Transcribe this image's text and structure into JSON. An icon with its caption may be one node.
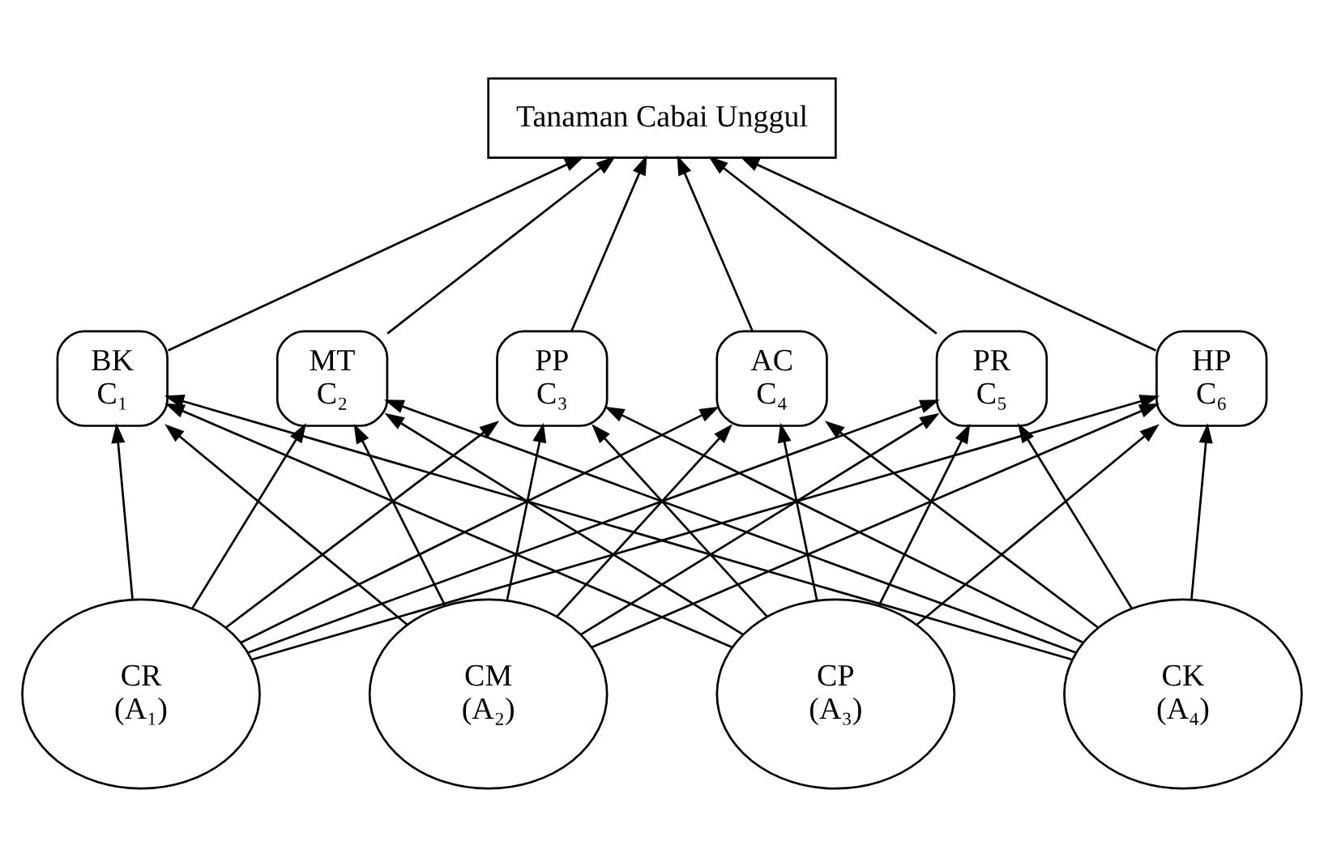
{
  "diagram": {
    "nodes": [
      {
        "text": [
          "Tanaman Cabai Unggul"
        ]
      },
      {
        "text": [
          "BK",
          "C₁"
        ]
      },
      {
        "text": [
          "MT",
          "C₂"
        ]
      },
      {
        "text": [
          "PP",
          "C₃"
        ]
      },
      {
        "text": [
          "AC",
          "C₄"
        ]
      },
      {
        "text": [
          "PR",
          "C₅"
        ]
      },
      {
        "text": [
          "HP",
          "C₆"
        ]
      },
      {
        "text": [
          "CR",
          "(A₁)"
        ]
      },
      {
        "text": [
          "CM",
          "(A₂)"
        ]
      },
      {
        "text": [
          "CP",
          "(A₃)"
        ]
      },
      {
        "text": [
          "CK",
          "(A₄)"
        ]
      }
    ],
    "edges": [
      {
        "from": 1,
        "to": 0,
        "arrow": "to"
      },
      {
        "from": 2,
        "to": 0,
        "arrow": "to"
      },
      {
        "from": 3,
        "to": 0,
        "arrow": "to"
      },
      {
        "from": 4,
        "to": 0,
        "arrow": "to"
      },
      {
        "from": 5,
        "to": 0,
        "arrow": "to"
      },
      {
        "from": 6,
        "to": 0,
        "arrow": "to"
      },
      {
        "from": 7,
        "to": 1,
        "arrow": "to"
      },
      {
        "from": 7,
        "to": 2,
        "arrow": "to"
      },
      {
        "from": 7,
        "to": 3,
        "arrow": "to"
      },
      {
        "from": 7,
        "to": 4,
        "arrow": "to"
      },
      {
        "from": 7,
        "to": 5,
        "arrow": "to"
      },
      {
        "from": 7,
        "to": 6,
        "arrow": "to"
      },
      {
        "from": 8,
        "to": 1,
        "arrow": "to"
      },
      {
        "from": 8,
        "to": 2,
        "arrow": "to"
      },
      {
        "from": 8,
        "to": 3,
        "arrow": "to"
      },
      {
        "from": 8,
        "to": 4,
        "arrow": "to"
      },
      {
        "from": 8,
        "to": 5,
        "arrow": "to"
      },
      {
        "from": 8,
        "to": 6,
        "arrow": "to"
      },
      {
        "from": 9,
        "to": 1,
        "arrow": "to"
      },
      {
        "from": 9,
        "to": 2,
        "arrow": "to"
      },
      {
        "from": 9,
        "to": 3,
        "arrow": "to"
      },
      {
        "from": 9,
        "to": 4,
        "arrow": "to"
      },
      {
        "from": 9,
        "to": 5,
        "arrow": "to"
      },
      {
        "from": 9,
        "to": 6,
        "arrow": "to"
      },
      {
        "from": 10,
        "to": 1,
        "arrow": "to"
      },
      {
        "from": 10,
        "to": 2,
        "arrow": "to"
      },
      {
        "from": 10,
        "to": 3,
        "arrow": "to"
      },
      {
        "from": 10,
        "to": 4,
        "arrow": "to"
      },
      {
        "from": 10,
        "to": 5,
        "arrow": "to"
      },
      {
        "from": 10,
        "to": 6,
        "arrow": "to"
      }
    ]
  }
}
